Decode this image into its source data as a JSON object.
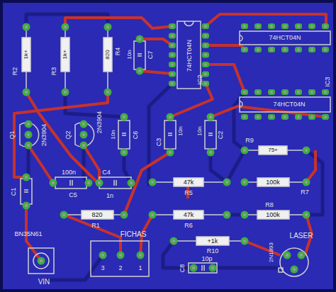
{
  "diagram": {
    "labels": [
      "R2",
      "1k+",
      "R3",
      "1k+",
      "R4",
      "820",
      "10n",
      "C7",
      "74HCT04N",
      "IC2",
      "74HCT04N",
      "74HCT04N",
      "IC3",
      "Q1",
      "2N3904",
      "Q2",
      "2N3904",
      "10n",
      "C6",
      "10n",
      "C3",
      "10n",
      "C2",
      "R9",
      "75+",
      "47k",
      "R5",
      "100k",
      "R7",
      "C1",
      "100n",
      "C5",
      "C4",
      "1n",
      "820",
      "R1",
      "R8",
      "100k",
      "47k",
      "R6",
      "FICHAS",
      "3",
      "2",
      "1",
      "+1k",
      "R10",
      "10p",
      "C8",
      "LASER",
      "2N1893",
      "BN35N61",
      "VIN"
    ]
  }
}
